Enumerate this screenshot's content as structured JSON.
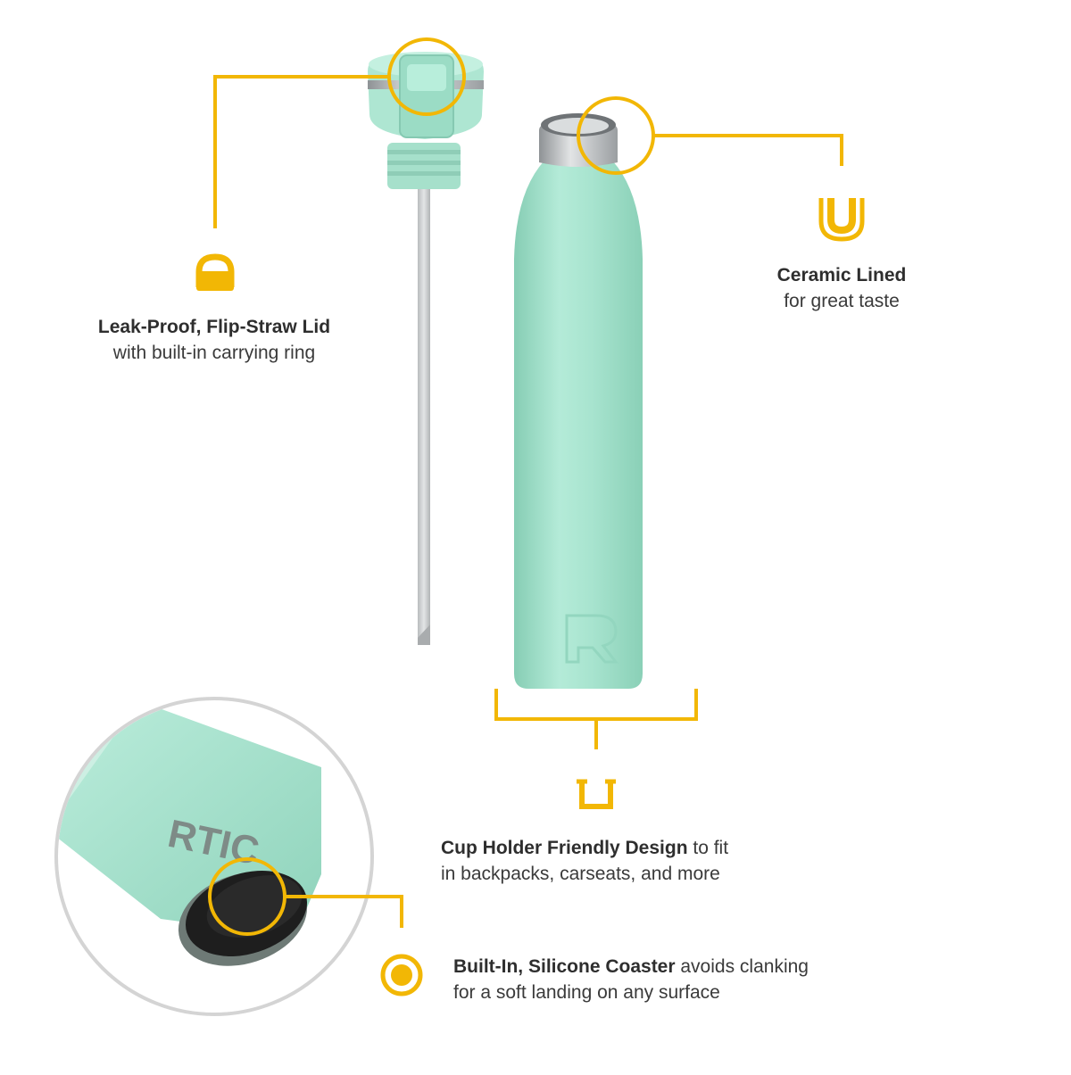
{
  "features": {
    "lid": {
      "title": "Leak-Proof, Flip-Straw Lid",
      "desc": "with built-in carrying ring",
      "icon": "carry-ring-icon"
    },
    "ceramic": {
      "title": "Ceramic Lined",
      "desc": "for great taste",
      "icon": "ceramic-cup-icon"
    },
    "cupholder": {
      "title": "Cup Holder Friendly Design",
      "desc_inline": " to fit",
      "desc": "in backpacks, carseats, and more",
      "icon": "cup-holder-icon"
    },
    "coaster": {
      "title": "Built-In, Silicone Coaster",
      "desc_inline": " avoids clanking",
      "desc": "for a soft landing on any surface",
      "icon": "coaster-icon"
    }
  },
  "brand": {
    "logo_text": "RTIC"
  },
  "colors": {
    "accent": "#F2B705",
    "bottle": "#A8E6D0",
    "bottle_shade": "#8FD3BB",
    "steel": "#C9CCCE",
    "coaster": "#1E1E1E"
  }
}
